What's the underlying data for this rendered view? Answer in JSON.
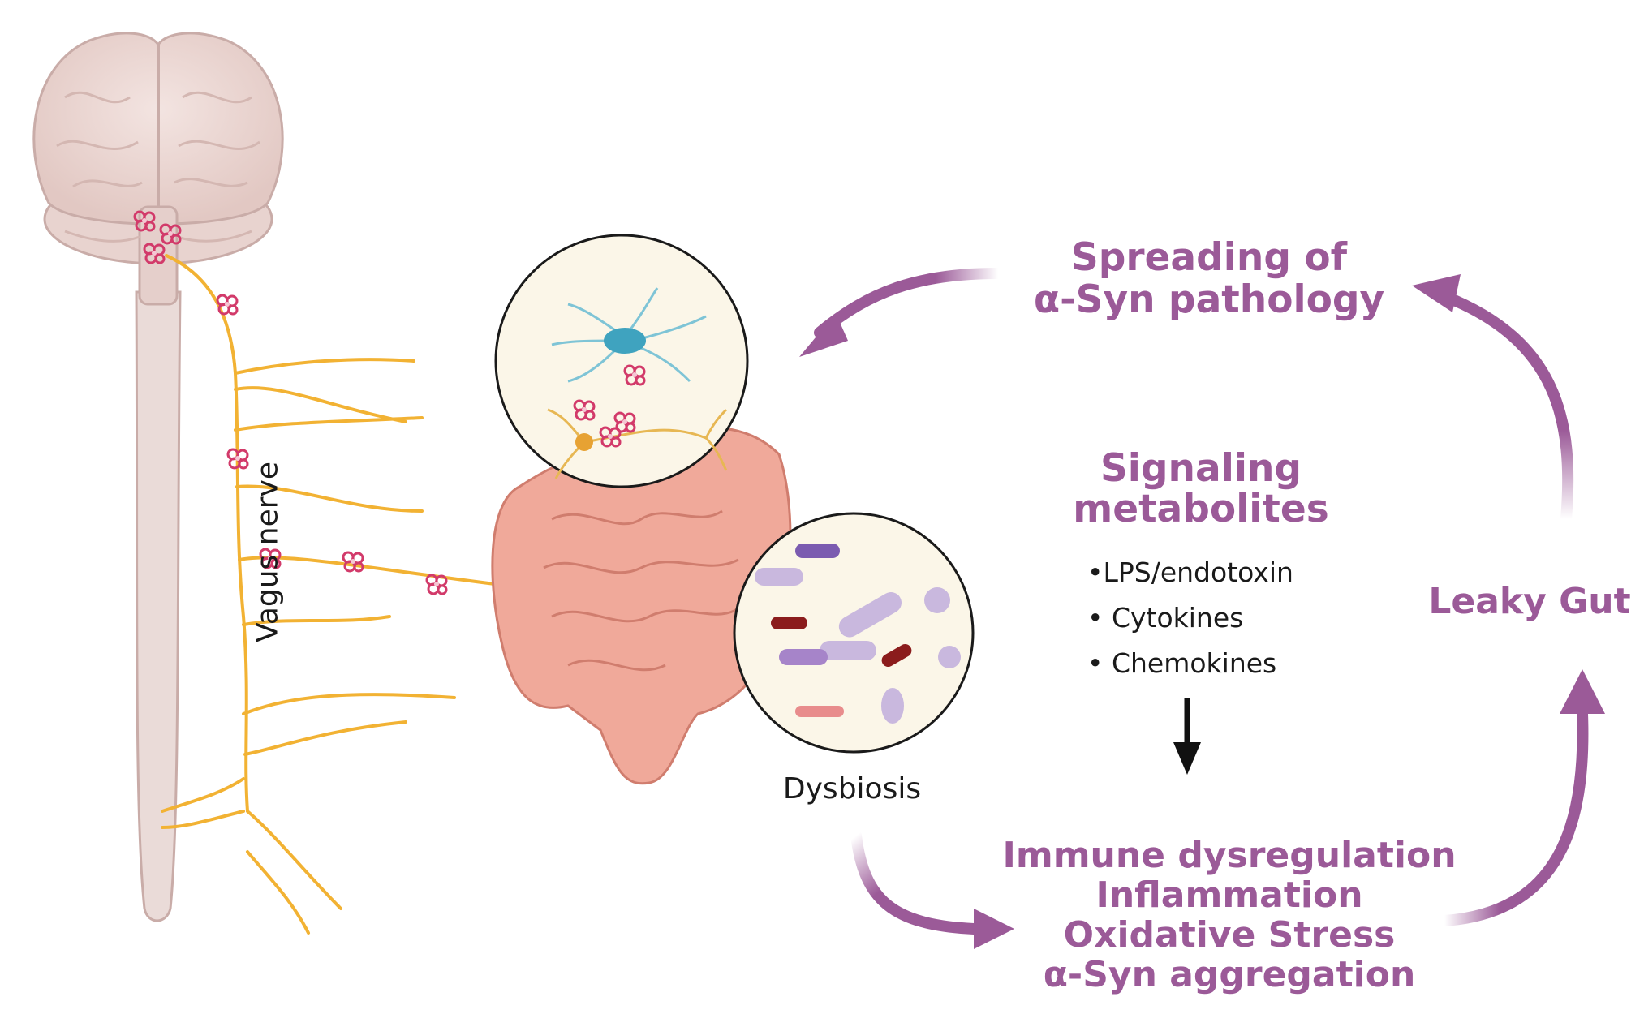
{
  "labels": {
    "spreading_line1": "Spreading of",
    "spreading_line2": "α-Syn pathology",
    "signaling_line1": "Signaling",
    "signaling_line2": "metabolites",
    "metabolites": [
      "•LPS/endotoxin",
      "• Cytokines",
      "• Chemokines"
    ],
    "leaky_gut": "Leaky Gut",
    "effects": [
      "Immune dysregulation",
      "Inflammation",
      "Oxidative Stress",
      "α-Syn aggregation"
    ],
    "dysbiosis": "Dysbiosis",
    "vagus_nerve": "Vagus nerve"
  },
  "colors": {
    "purple": "#9b5a98",
    "nerve": "#f2b233",
    "brain": "#eddad6",
    "spine": "#eadbd8",
    "gut": "#f0a99a",
    "alpha_syn": "#d23a6a"
  },
  "icons": [
    "brain-icon",
    "spinal-cord-icon",
    "neuron-icon",
    "intestine-icon",
    "bacteria-icon",
    "alpha-synuclein-icon"
  ]
}
